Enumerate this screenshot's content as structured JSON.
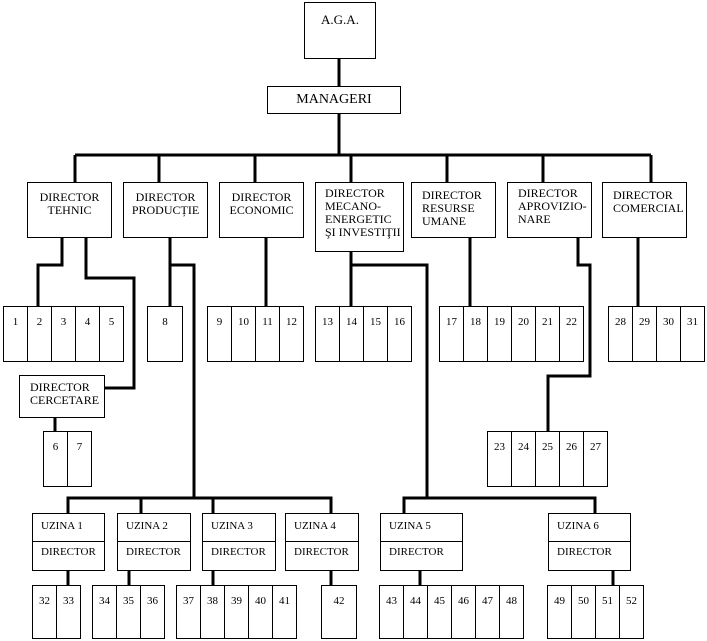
{
  "top": {
    "aga": "A.G.A.",
    "managers": "MANAGERI"
  },
  "directors": [
    {
      "id": "tehnic",
      "label": "DIRECTOR\nTEHNIC"
    },
    {
      "id": "productie",
      "label": "DIRECTOR\nPRODUCȚIE"
    },
    {
      "id": "economic",
      "label": "DIRECTOR\nECONOMIC"
    },
    {
      "id": "mecano",
      "label": "DIRECTOR\nMECANO-\nENERGETIC\nŞI INVESTIŢII"
    },
    {
      "id": "resurse",
      "label": "DIRECTOR\nRESURSE\nUMANE"
    },
    {
      "id": "aprovizionare",
      "label": "DIRECTOR\nAPROVIZIO-\nNARE"
    },
    {
      "id": "comercial",
      "label": "DIRECTOR\nCOMERCIAL"
    },
    {
      "id": "cercetare",
      "label": "DIRECTOR\nCERCETARE"
    }
  ],
  "plants": [
    {
      "name": "UZINA 1",
      "role": "DIRECTOR"
    },
    {
      "name": "UZINA 2",
      "role": "DIRECTOR"
    },
    {
      "name": "UZINA 3",
      "role": "DIRECTOR"
    },
    {
      "name": "UZINA 4",
      "role": "DIRECTOR"
    },
    {
      "name": "UZINA 5",
      "role": "DIRECTOR"
    },
    {
      "name": "UZINA 6",
      "role": "DIRECTOR"
    }
  ],
  "unit_groups": [
    [
      "1",
      "2",
      "3",
      "4",
      "5"
    ],
    [
      "8"
    ],
    [
      "9",
      "10",
      "11",
      "12"
    ],
    [
      "13",
      "14",
      "15",
      "16"
    ],
    [
      "17",
      "18",
      "19",
      "20",
      "21",
      "22"
    ],
    [
      "28",
      "29",
      "30",
      "31"
    ],
    [
      "6",
      "7"
    ],
    [
      "23",
      "24",
      "25",
      "26",
      "27"
    ],
    [
      "32",
      "33"
    ],
    [
      "34",
      "35",
      "36"
    ],
    [
      "37",
      "38",
      "39",
      "40",
      "41"
    ],
    [
      "42"
    ],
    [
      "43",
      "44",
      "45",
      "46",
      "47",
      "48"
    ],
    [
      "49",
      "50",
      "51",
      "52"
    ]
  ]
}
